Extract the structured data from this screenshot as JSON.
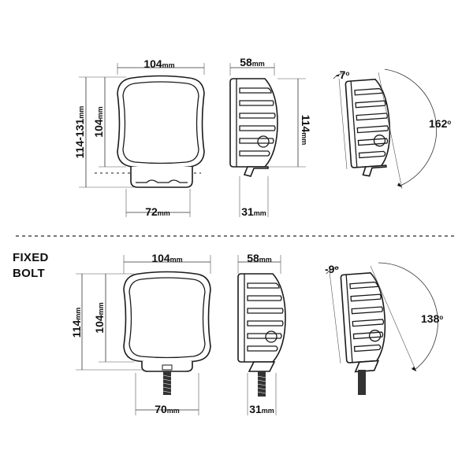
{
  "top": {
    "front": {
      "width": "104",
      "height_range": "114-131",
      "inner_height": "104",
      "bracket_width": "72",
      "unit": "mm"
    },
    "side": {
      "depth": "58",
      "height": "114",
      "bracket_depth": "31",
      "unit": "mm"
    },
    "tilt": {
      "up": "-7",
      "down": "162",
      "degree_mark": "o"
    }
  },
  "bottom": {
    "label_line1": "FIXED",
    "label_line2": "BOLT",
    "front": {
      "width": "104",
      "height": "114",
      "inner_height": "104",
      "bracket_width": "70",
      "unit": "mm"
    },
    "side": {
      "depth": "58",
      "bracket_depth": "31",
      "unit": "mm"
    },
    "tilt": {
      "up": "-9",
      "down": "138",
      "degree_mark": "o"
    }
  },
  "colors": {
    "line": "#1a1a1a",
    "text": "#111111",
    "divider": "#666666",
    "bolt": "#333333"
  }
}
